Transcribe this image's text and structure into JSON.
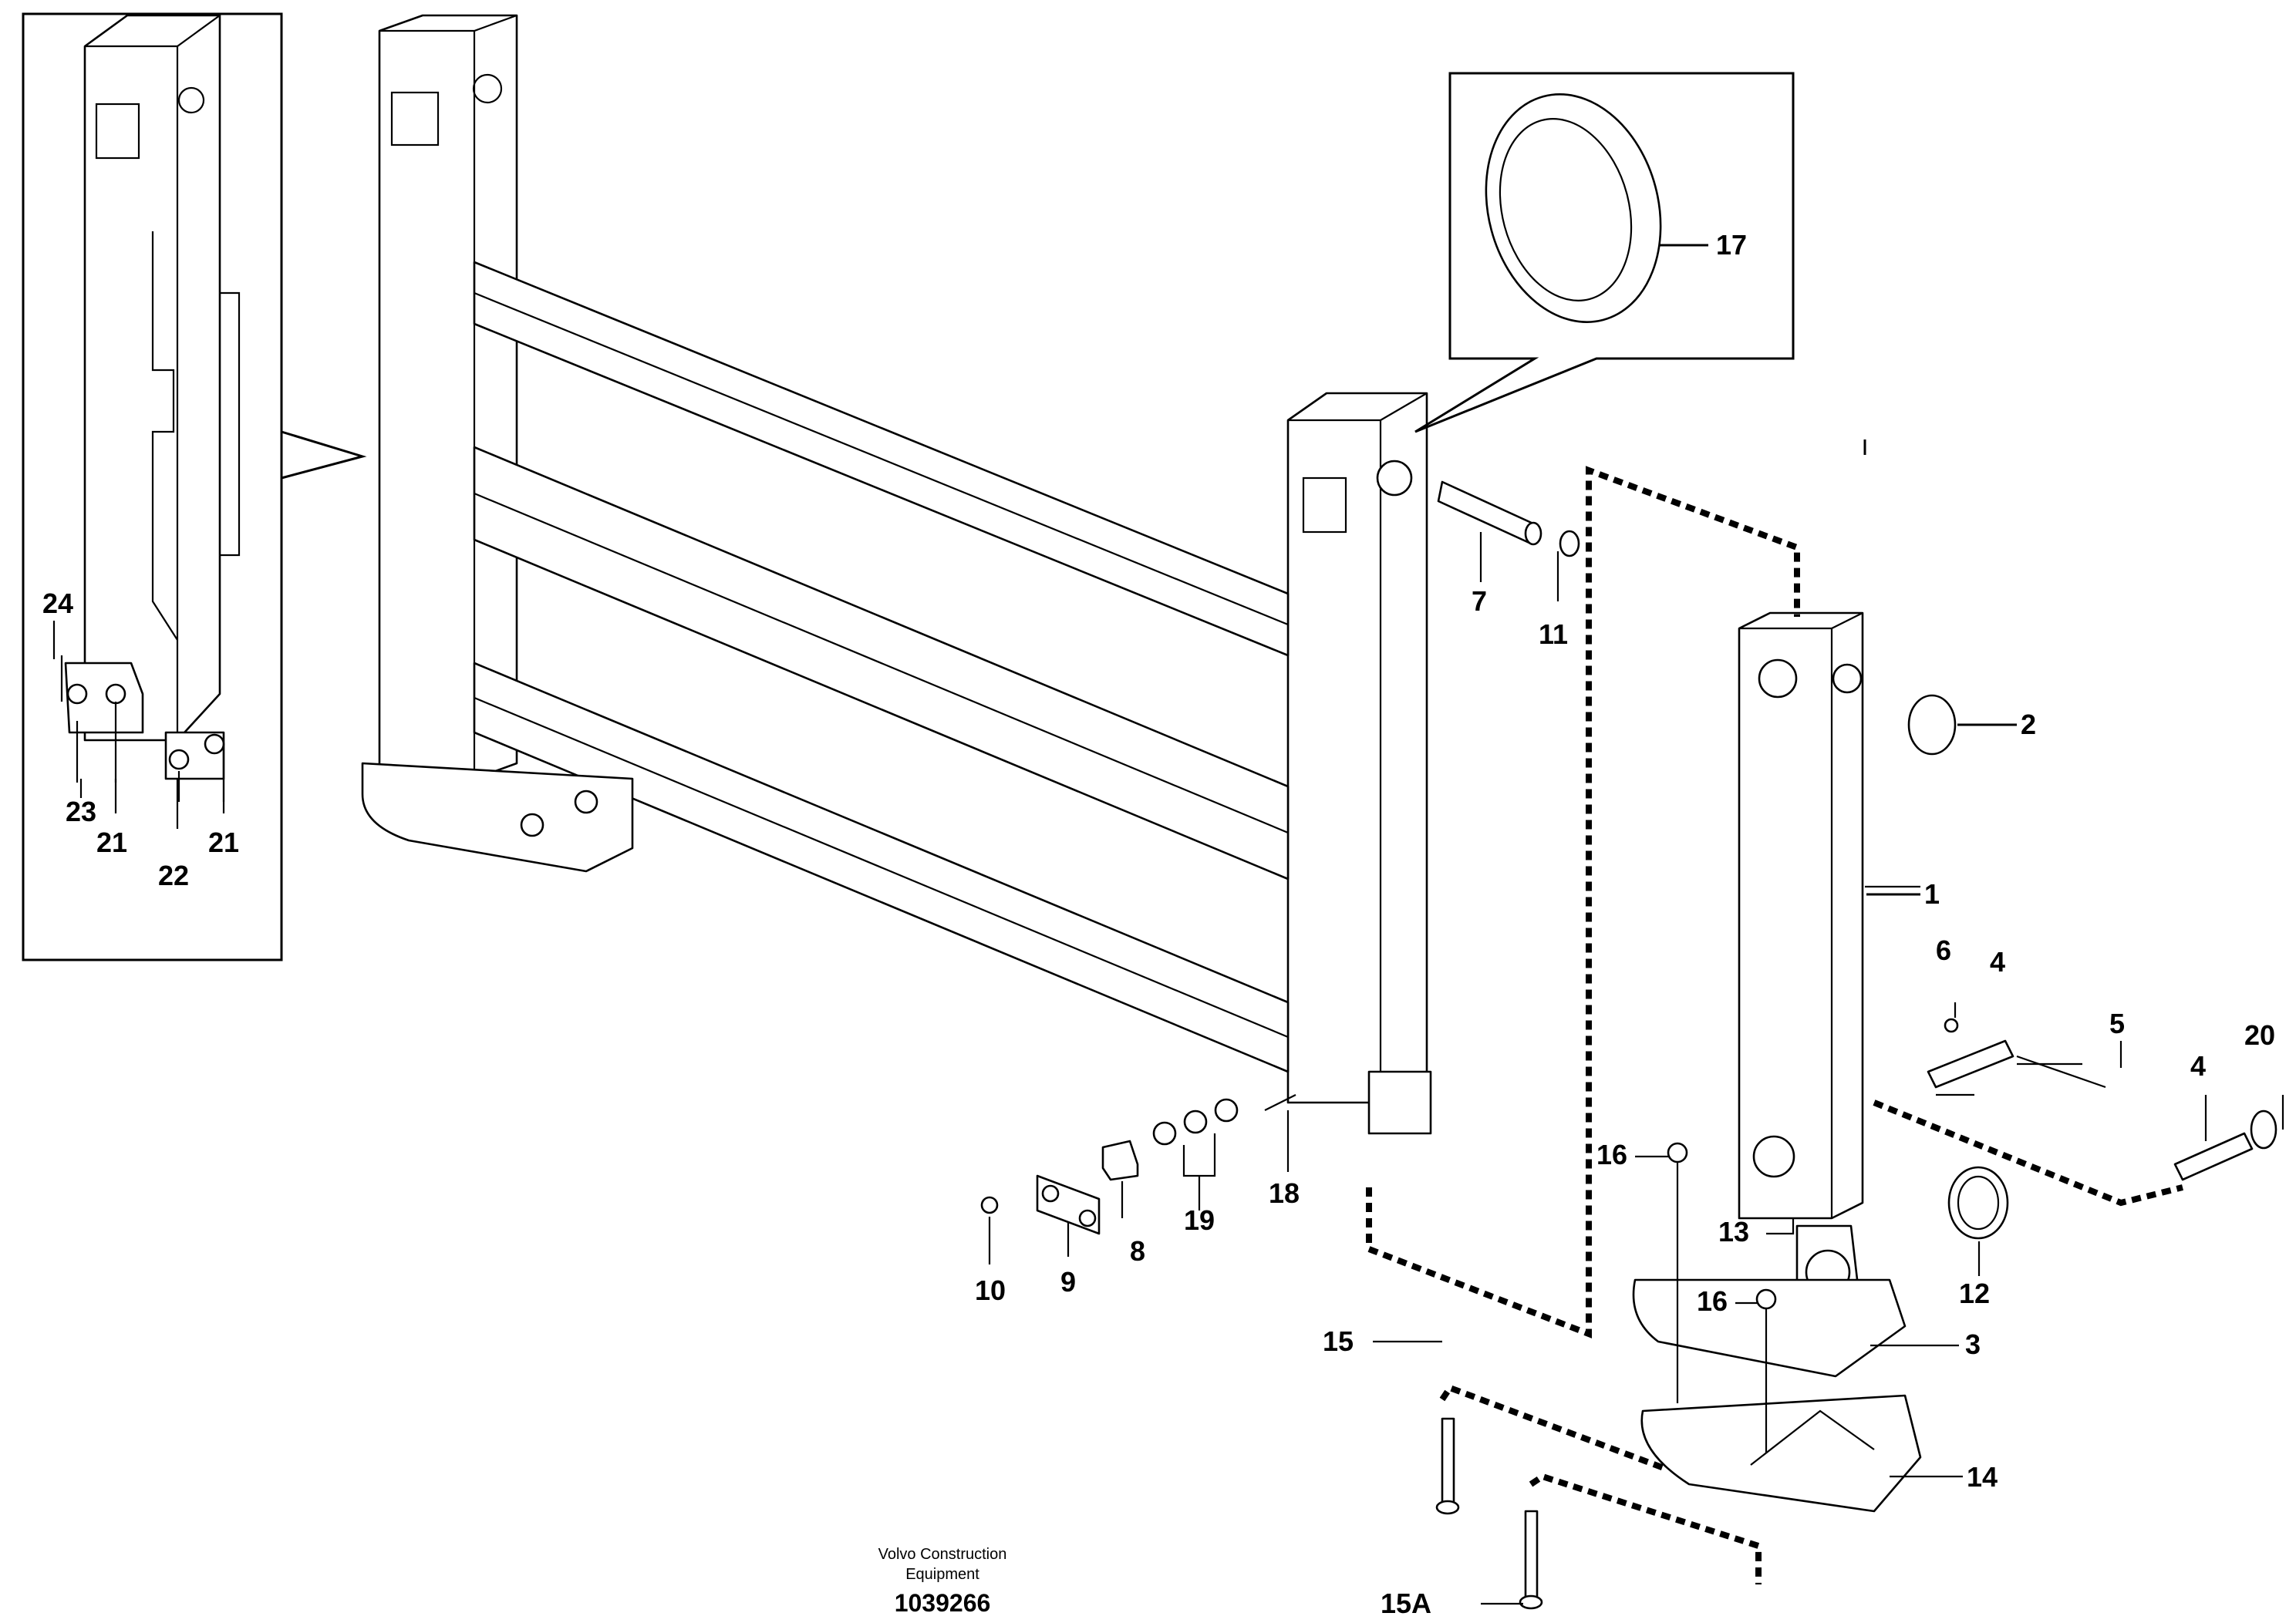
{
  "callouts": {
    "c1": "1",
    "c2": "2",
    "c3": "3",
    "c4a": "4",
    "c4b": "4",
    "c5": "5",
    "c6": "6",
    "c7": "7",
    "c8": "8",
    "c9": "9",
    "c10": "10",
    "c11": "11",
    "c12": "12",
    "c13": "13",
    "c14": "14",
    "c15": "15",
    "c15a": "15A",
    "c16a": "16",
    "c16b": "16",
    "c17": "17",
    "c18": "18",
    "c19": "19",
    "c20": "20",
    "c21a": "21",
    "c21b": "21",
    "c22": "22",
    "c23": "23",
    "c24": "24"
  },
  "footer": {
    "maker_line1": "Volvo Construction",
    "maker_line2": "Equipment",
    "doc_number": "1039266"
  }
}
